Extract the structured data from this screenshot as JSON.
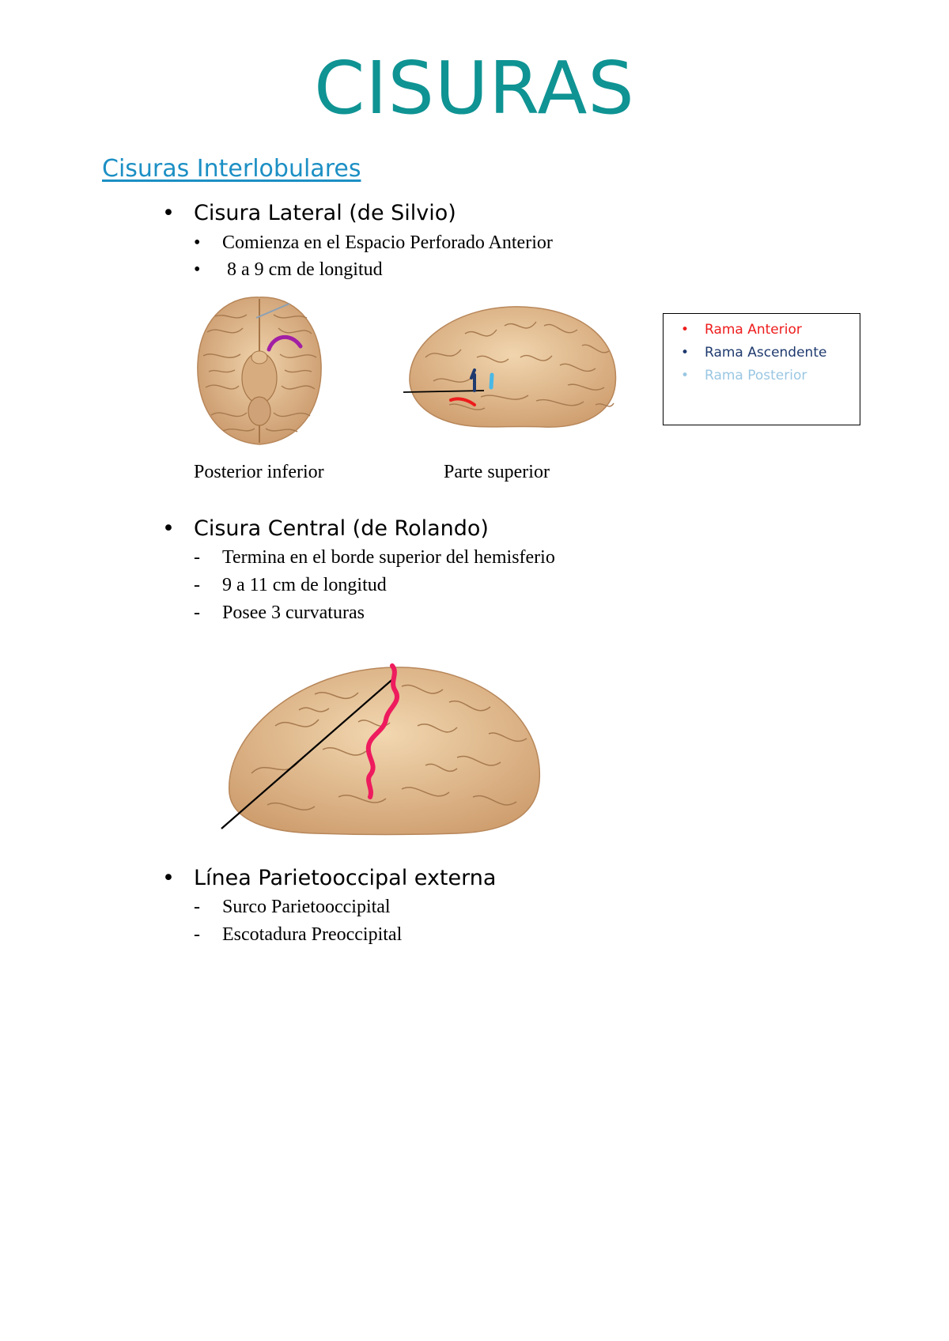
{
  "title": "CISURAS",
  "section_heading": "Cisuras Interlobulares",
  "lateral": {
    "heading": "Cisura Lateral (de Silvio)",
    "items": [
      "Comienza en el Espacio Perforado Anterior",
      " 8 a 9 cm de longitud"
    ],
    "captions": [
      "Posterior inferior",
      "Parte superior"
    ]
  },
  "legend": {
    "items": [
      {
        "label": "Rama Anterior",
        "color": "#ee1c1c"
      },
      {
        "label": "Rama Ascendente",
        "color": "#1f3a6e"
      },
      {
        "label": "Rama Posterior",
        "color": "#9ac7e3"
      }
    ]
  },
  "central": {
    "heading": "Cisura Central (de Rolando)",
    "items": [
      "Termina en el borde superior del hemisferio",
      "9 a 11 cm de longitud",
      "Posee 3 curvaturas"
    ]
  },
  "parieto": {
    "heading": "Línea Parietooccipal externa",
    "items": [
      "Surco Parietooccipital",
      "Escotadura Preoccipital"
    ]
  },
  "colors": {
    "title": "#0f9393",
    "section": "#1c8fc4",
    "brain": "#e7c49b",
    "magenta_mark": "#a11fa5",
    "central_mark": "#ee1b5e"
  }
}
